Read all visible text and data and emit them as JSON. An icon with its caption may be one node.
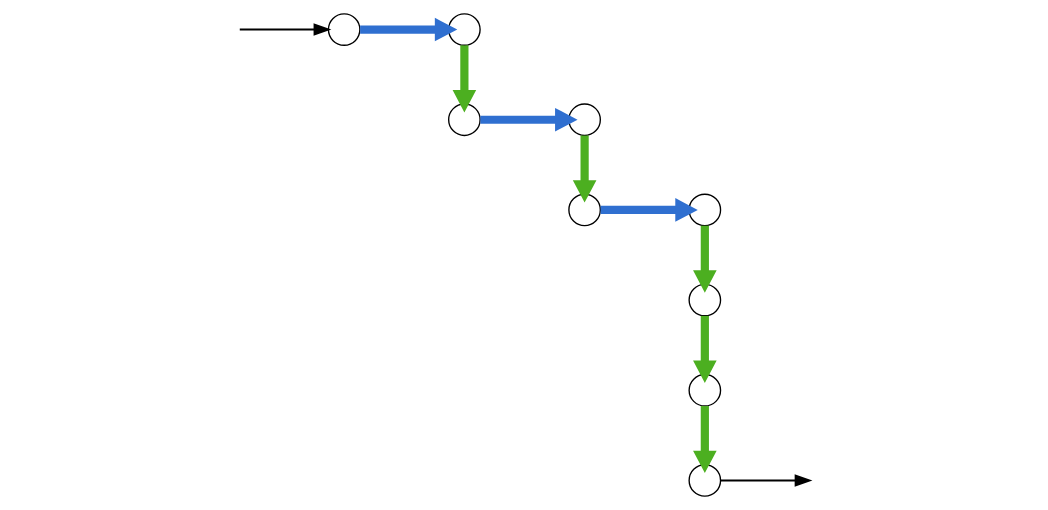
{
  "diagram": {
    "nodes": [
      {
        "text": [],
        "shape": "circle"
      },
      {
        "text": [],
        "shape": "circle"
      },
      {
        "text": [],
        "shape": "circle"
      },
      {
        "text": [],
        "shape": "circle"
      },
      {
        "text": [],
        "shape": "circle"
      },
      {
        "text": [],
        "shape": "circle"
      },
      {
        "text": [],
        "shape": "circle"
      },
      {
        "text": [],
        "shape": "circle"
      },
      {
        "text": [],
        "shape": "circle"
      }
    ],
    "edges": [
      {
        "from": null,
        "to": 0,
        "arrow": "to",
        "color": "#000000"
      },
      {
        "from": 0,
        "to": 1,
        "arrow": "to",
        "color": "#2f6fd0"
      },
      {
        "from": 1,
        "to": 2,
        "arrow": "to"
      },
      {
        "from": 2,
        "to": 3,
        "arrow": "to",
        "color": "#2f6fd0"
      },
      {
        "from": 3,
        "to": 4,
        "arrow": "to"
      },
      {
        "from": 4,
        "to": 5,
        "arrow": "to",
        "color": "#2f6fd0"
      },
      {
        "from": 5,
        "to": 6,
        "arrow": "to"
      },
      {
        "from": 6,
        "to": 7,
        "arrow": "to"
      },
      {
        "from": 7,
        "to": 8,
        "arrow": "to"
      },
      {
        "from": 8,
        "to": null,
        "arrow": "to",
        "color": "#000000"
      }
    ]
  }
}
